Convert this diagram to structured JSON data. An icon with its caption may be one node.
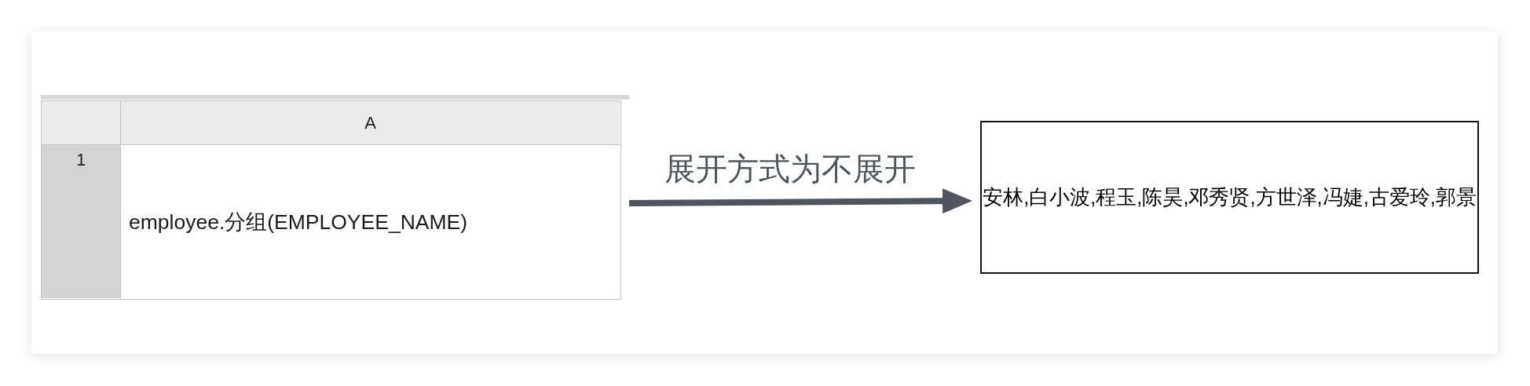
{
  "diagram": {
    "nodes": [
      {
        "text": [
          "A",
          "1",
          "employee.分组(EMPLOYEE_NAME)"
        ]
      },
      {
        "text": [
          "安林,白小波,程玉,陈昊,邓秀贤,方世泽,冯婕,古爱玲,郭景"
        ]
      }
    ],
    "edges": [
      {
        "from": 0,
        "to": 1,
        "arrow": "to",
        "label": "展开方式为不展开"
      }
    ]
  }
}
